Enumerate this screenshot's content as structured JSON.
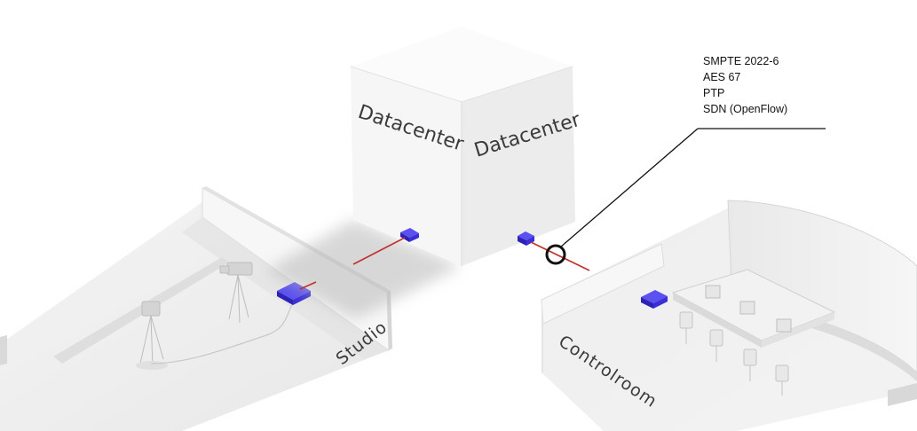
{
  "labels": {
    "datacenter_left": "Datacenter",
    "datacenter_right": "Datacenter",
    "studio": "Studio",
    "controlroom": "Controlroom"
  },
  "protocols": [
    "SMPTE 2022-6",
    "AES 67",
    "PTP",
    "SDN (OpenFlow)"
  ],
  "colors": {
    "switch": "#3b2fd6",
    "link": "#c0302c",
    "callout": "#111111"
  }
}
